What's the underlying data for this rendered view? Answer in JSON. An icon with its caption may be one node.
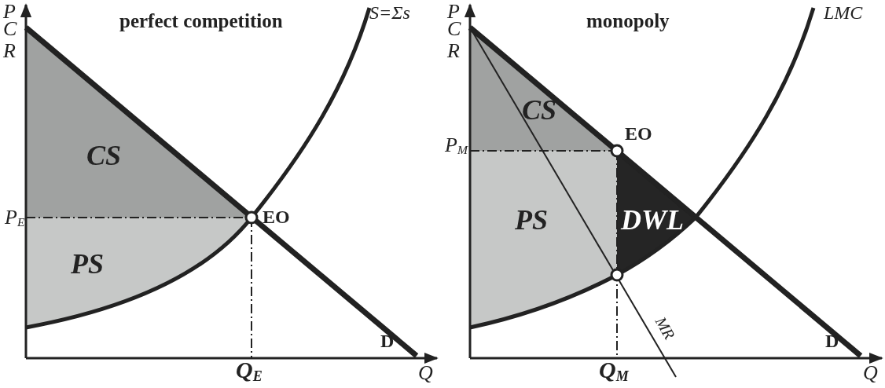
{
  "diagram": {
    "labels": [
      "P",
      "C",
      "R",
      "perfect competition",
      "S=Σs",
      "CS",
      "P$_{E}$",
      "EO",
      "PS",
      "D",
      "Q$_{E}$",
      "Q",
      "P",
      "C",
      "R",
      "monopoly",
      "LMC",
      "CS",
      "EO",
      "P$_{M}$",
      "PS",
      "DWL",
      "MR",
      "D",
      "Q$_{M}$",
      "Q"
    ]
  }
}
